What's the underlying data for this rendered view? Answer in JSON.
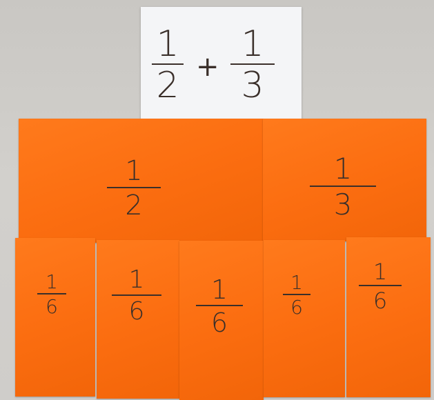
{
  "equation_card": {
    "left": {
      "num": "1",
      "den": "2"
    },
    "operator": "+",
    "right": {
      "num": "1",
      "den": "3"
    }
  },
  "top_row": [
    {
      "num": "1",
      "den": "2"
    },
    {
      "num": "1",
      "den": "3"
    }
  ],
  "bottom_row": [
    {
      "num": "1",
      "den": "6"
    },
    {
      "num": "1",
      "den": "6"
    },
    {
      "num": "1",
      "den": "6"
    },
    {
      "num": "1",
      "den": "6"
    },
    {
      "num": "1",
      "den": "6"
    }
  ],
  "colors": {
    "orange": "#fb6d10",
    "paper": "#f4f5f7",
    "ink": "#3a2f2a",
    "table": "#cfcdca"
  }
}
